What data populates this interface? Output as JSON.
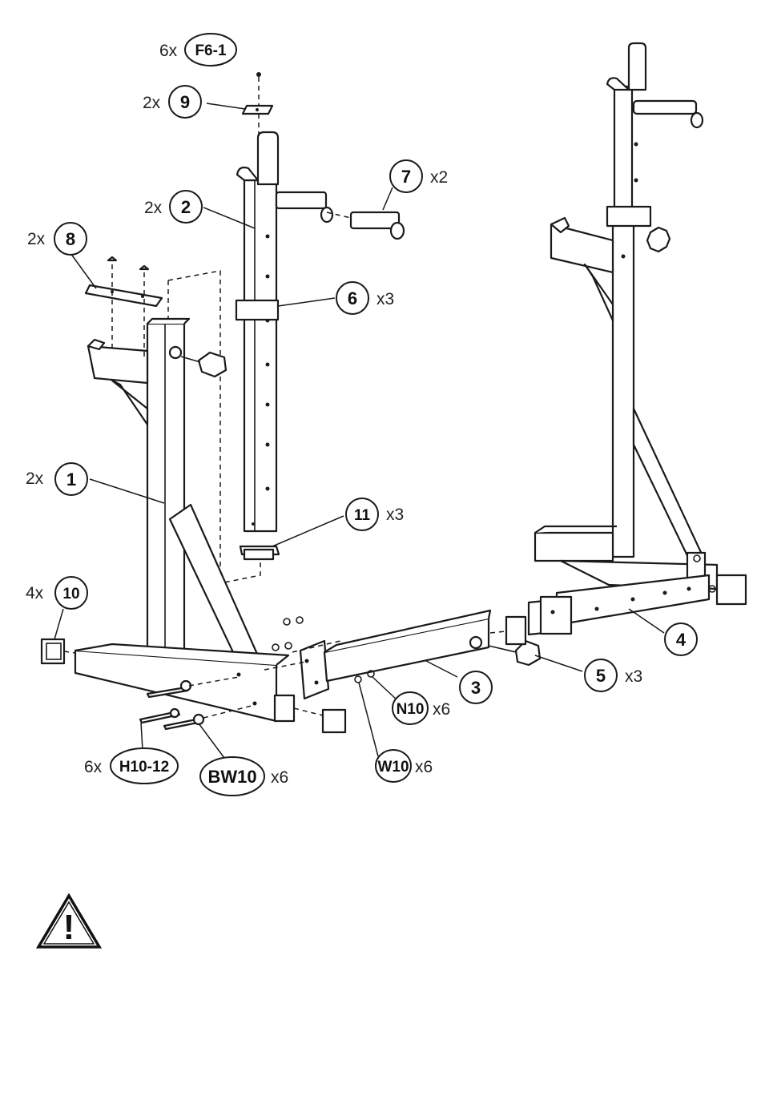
{
  "parts": [
    {
      "id": "p1",
      "label": "1",
      "qty": "2x"
    },
    {
      "id": "p2",
      "label": "2",
      "qty": "2x"
    },
    {
      "id": "p3",
      "label": "3",
      "qty": ""
    },
    {
      "id": "p4",
      "label": "4",
      "qty": ""
    },
    {
      "id": "p5",
      "label": "5",
      "qty": "x3"
    },
    {
      "id": "p6",
      "label": "6",
      "qty": "x3"
    },
    {
      "id": "p7",
      "label": "7",
      "qty": "x2"
    },
    {
      "id": "p8",
      "label": "8",
      "qty": "2x"
    },
    {
      "id": "p9",
      "label": "9",
      "qty": "2x"
    },
    {
      "id": "p10",
      "label": "10",
      "qty": "4x"
    },
    {
      "id": "p11",
      "label": "11",
      "qty": "x3"
    }
  ],
  "hardware": [
    {
      "id": "f61",
      "label": "F6-1",
      "qty": "6x"
    },
    {
      "id": "h1012",
      "label": "H10-12",
      "qty": "6x"
    },
    {
      "id": "bw10",
      "label": "BW10",
      "qty": "x6"
    },
    {
      "id": "w10",
      "label": "W10",
      "qty": "x6"
    },
    {
      "id": "n10",
      "label": "N10",
      "qty": "x6"
    }
  ],
  "warning": {
    "icon": "warning-triangle-icon",
    "symbol": "!"
  }
}
